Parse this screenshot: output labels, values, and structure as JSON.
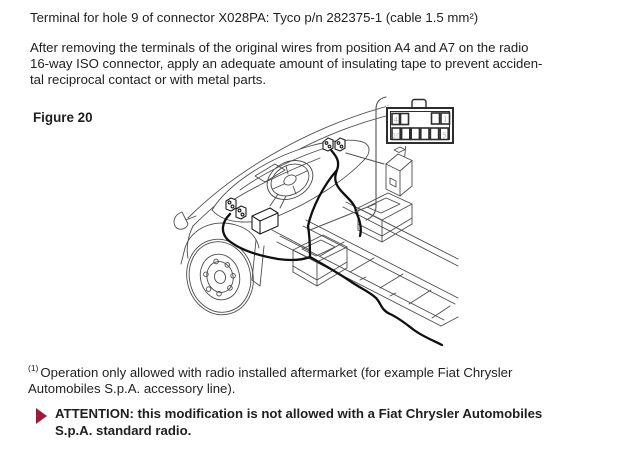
{
  "page": {
    "background": "#ffffff",
    "text_color": "#1f1f1f"
  },
  "intro": {
    "line1": "Terminal for hole 9 of connector X028PA: Tyco p/n 282375-1 (cable 1.5 mm²)",
    "paragraph_lines": [
      "After removing the terminals of the original wires from position A4 and A7 on the radio",
      "16-way ISO connector, apply an adequate amount of insulating tape to prevent acciden-",
      "tal reciprocal contact or with metal parts."
    ]
  },
  "figure": {
    "label": "Figure 20",
    "connector_detail": {
      "cavities": {
        "top_left": "4",
        "top_right": "1",
        "bottom_left": "10",
        "bottom_right": "5"
      }
    }
  },
  "footnote": {
    "marker": "(1)",
    "lines": [
      "Operation only allowed with radio installed aftermarket (for example Fiat Chrysler",
      "Automobiles S.p.A. accessory line)."
    ]
  },
  "attention": {
    "arrow_color": "#9E1B3E",
    "lines": [
      "ATTENTION: this modification is not allowed with a Fiat Chrysler Automobiles",
      "S.p.A. standard radio."
    ]
  }
}
